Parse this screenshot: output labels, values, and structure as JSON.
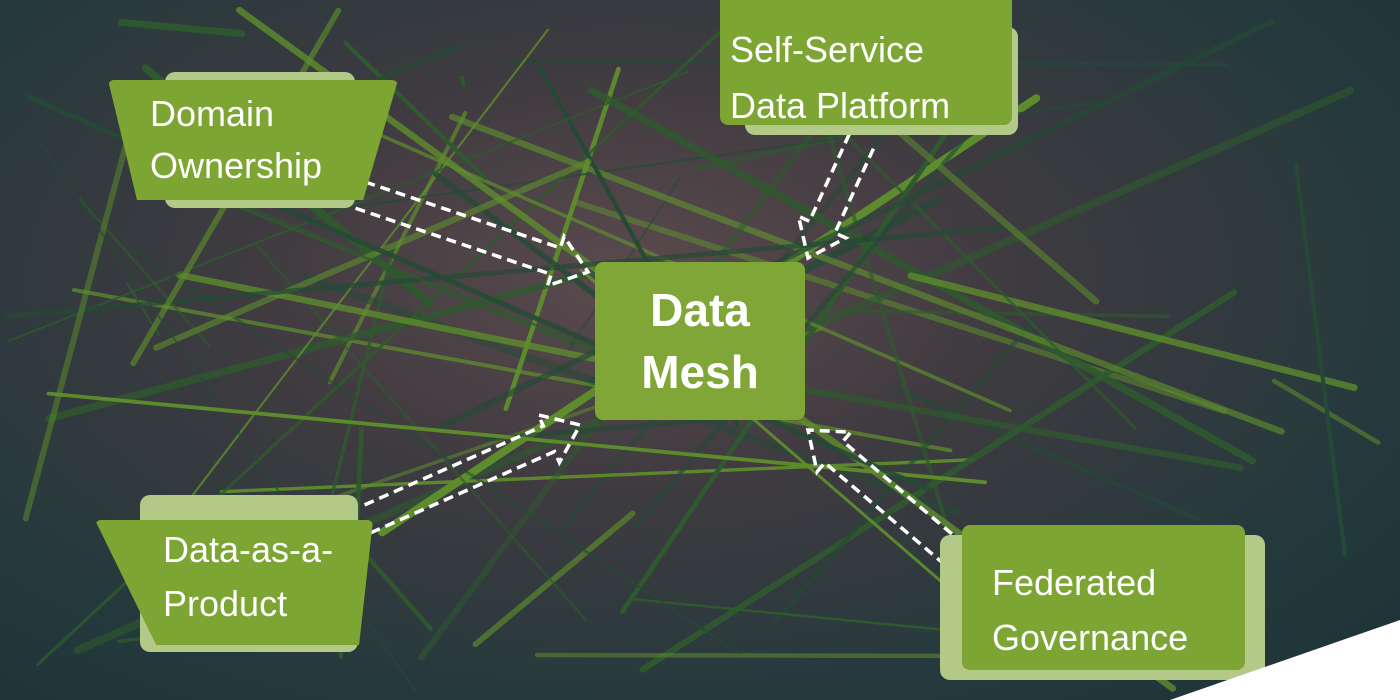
{
  "center": {
    "line1": "Data",
    "line2": "Mesh"
  },
  "pillars": [
    {
      "line1": "Domain",
      "line2": "Ownership"
    },
    {
      "line1": "Self-Service",
      "line2": "Data Platform"
    },
    {
      "line1": "Data-as-a-",
      "line2": "Product"
    },
    {
      "line1": "Federated",
      "line2": "Governance"
    }
  ],
  "colors": {
    "green": "#7da534",
    "light_green": "#b3c987",
    "arrow": "#ffffff"
  }
}
